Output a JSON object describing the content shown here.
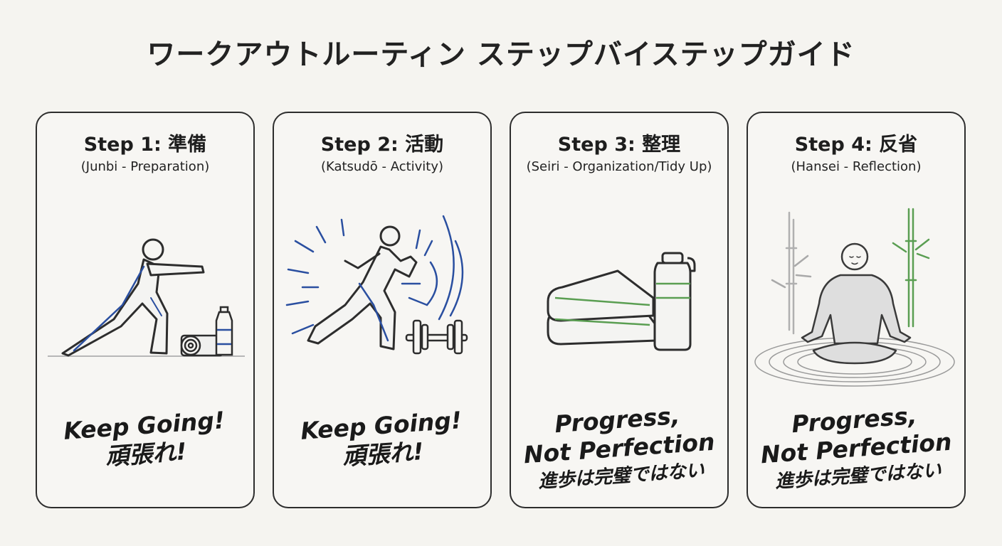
{
  "title": "ワークアウトルーティン ステップバイステップガイド",
  "steps": [
    {
      "heading": "Step 1: 準備",
      "subtitle": "(Junbi - Preparation)",
      "motto_en": "Keep Going!",
      "motto_jp": "頑張れ!"
    },
    {
      "heading": "Step 2: 活動",
      "subtitle": "(Katsudō - Activity)",
      "motto_en": "Keep Going!",
      "motto_jp": "頑張れ!"
    },
    {
      "heading": "Step 3: 整理",
      "subtitle": "(Seiri - Organization/Tidy Up)",
      "motto_en_1": "Progress,",
      "motto_en_2": "Not Perfection",
      "motto_jp": "進歩は完璧ではない"
    },
    {
      "heading": "Step 4: 反省",
      "subtitle": "(Hansei - Reflection)",
      "motto_en_1": "Progress,",
      "motto_en_2": "Not Perfection",
      "motto_jp": "進歩は完璧ではない"
    }
  ],
  "colors": {
    "background": "#f5f4f0",
    "outline": "#2d2d2d",
    "accent_blue": "#2a4fa0",
    "accent_green": "#5a9e52",
    "grey": "#8a8a8a"
  },
  "icons": [
    "stretching-person-icon",
    "yoga-mat-icon",
    "water-bottle-icon",
    "running-person-icon",
    "dumbbell-icon",
    "folded-towels-icon",
    "meditating-person-icon",
    "bamboo-icon"
  ]
}
